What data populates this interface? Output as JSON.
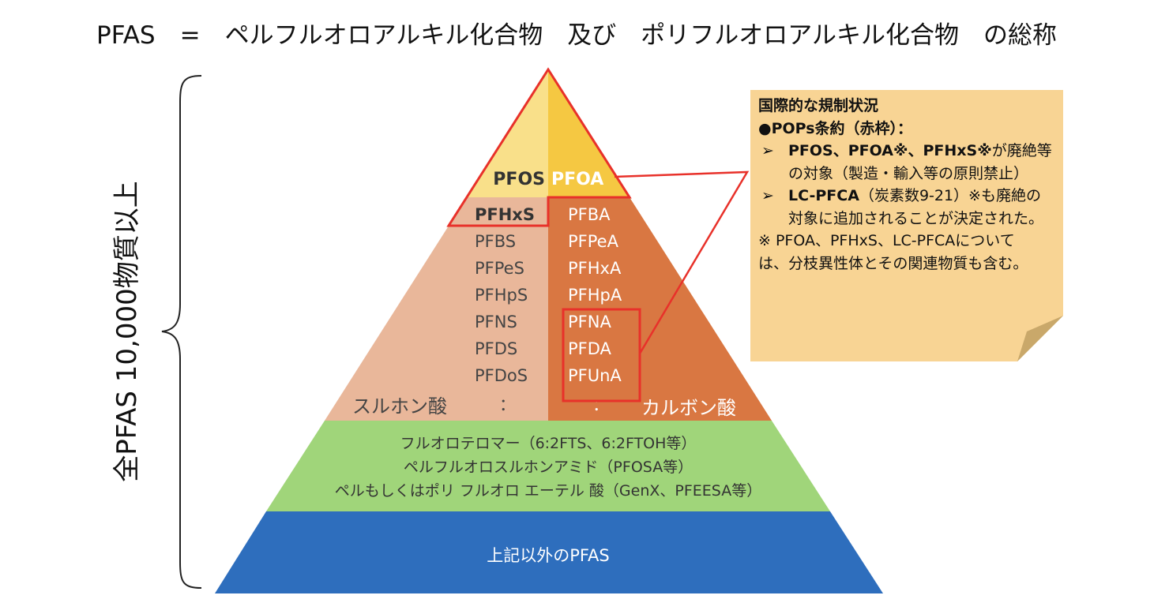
{
  "title": "PFAS　=　ペルフルオロアルキル化合物　及び　ポリフルオロアルキル化合物　の総称",
  "side_label": "全PFAS 10,000物質以上",
  "pyramid": {
    "top": {
      "left": "PFOS",
      "right": "PFOA"
    },
    "sulfonic": {
      "items": [
        "PFHxS",
        "PFBS",
        "PFPeS",
        "PFHpS",
        "PFNS",
        "PFDS",
        "PFDoS"
      ],
      "ellipsis": "：",
      "label": "スルホン酸"
    },
    "carboxylic": {
      "items": [
        "PFBA",
        "PFPeA",
        "PFHxA",
        "PFHpA",
        "PFNA",
        "PFDA",
        "PFUnA"
      ],
      "ellipsis": "：",
      "label": "カルボン酸"
    },
    "green": [
      "フルオロテロマー（6:2FTS、6:2FTOH等）",
      "ペルフルオロスルホンアミド（PFOSA等）",
      "ペルもしくはポリ フルオロ エーテル 酸（GenX、PFEESA等）"
    ],
    "blue": "上記以外のPFAS"
  },
  "note": {
    "heading": "国際的な規制状況",
    "pops": "●POPs条約（赤枠）：",
    "bullet1_bold": "PFOS、PFOA※、PFHxS※",
    "bullet1_text": "が廃絶等の対象（製造・輸入等の原則禁止）",
    "bullet2_bold": "LC-PFCA",
    "bullet2_text": "（炭素数9-21）※も廃絶の対象に追加されることが決定された。",
    "arrow": "➢",
    "footnote": "※ PFOA、PFHxS、LC-PFCAについては、分枝異性体とその関連物質も含む。"
  },
  "colors": {
    "yellow_light": "#f9e08a",
    "yellow": "#f5c842",
    "salmon": "#e9b79a",
    "orange": "#d97742",
    "green": "#a0d57a",
    "blue": "#2e6ebd",
    "red": "#e8312a",
    "note": "#f8d494"
  }
}
